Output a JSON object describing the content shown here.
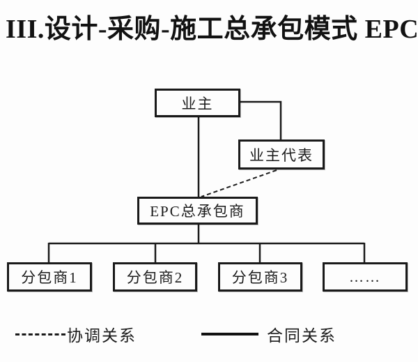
{
  "page": {
    "title": "III.设计-采购-施工总承包模式 EPC",
    "background": "#fdfdfd",
    "ink_color": "#1a1a1a"
  },
  "diagram": {
    "nodes": [
      {
        "id": "owner",
        "label": "业主"
      },
      {
        "id": "owner-representative",
        "label": "业主代表"
      },
      {
        "id": "epc-contractor",
        "label": "EPC总承包商"
      },
      {
        "id": "subcontractor-1",
        "label": "分包商1"
      },
      {
        "id": "subcontractor-2",
        "label": "分包商2"
      },
      {
        "id": "subcontractor-3",
        "label": "分包商3"
      },
      {
        "id": "subcontractor-more",
        "label": "……"
      }
    ],
    "edges": [
      {
        "from": "业主",
        "to": "业主代表",
        "type": "contract"
      },
      {
        "from": "业主",
        "to": "EPC总承包商",
        "type": "contract"
      },
      {
        "from": "业主代表",
        "to": "EPC总承包商",
        "type": "coordination"
      },
      {
        "from": "EPC总承包商",
        "to": "分包商1",
        "type": "contract"
      },
      {
        "from": "EPC总承包商",
        "to": "分包商2",
        "type": "contract"
      },
      {
        "from": "EPC总承包商",
        "to": "分包商3",
        "type": "contract"
      },
      {
        "from": "EPC总承包商",
        "to": "……",
        "type": "contract"
      }
    ]
  },
  "legend": {
    "coordination_label": "协调关系",
    "contract_label": "合同关系"
  }
}
